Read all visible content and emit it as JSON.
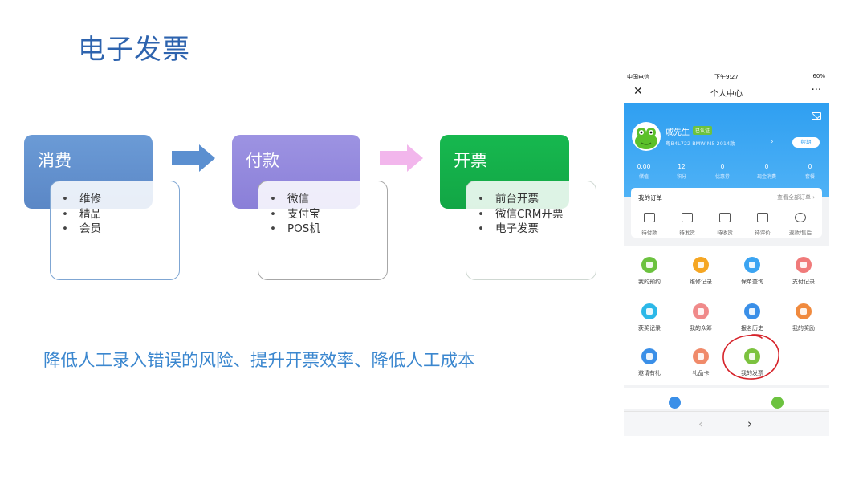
{
  "slide": {
    "title": "电子发票",
    "summary": "降低人工录入错误的风险、提升开票效率、降低人工成本",
    "flow": [
      {
        "heading": "消费",
        "items": [
          "维修",
          "精品",
          "会员"
        ]
      },
      {
        "heading": "付款",
        "items": [
          "微信",
          "支付宝",
          "POS机"
        ]
      },
      {
        "heading": "开票",
        "items": [
          "前台开票",
          "微信CRM开票",
          "电子发票"
        ]
      }
    ],
    "bullet": "•",
    "colors": {
      "title": "#2d63ae",
      "summary": "#3b87cf",
      "arrow1": "#5b8fd0",
      "arrow2": "#f2b6ec",
      "invoice": "#12a645"
    }
  },
  "phone": {
    "status": {
      "carrier": "中国电信",
      "time": "下午9:27",
      "battery": "60%"
    },
    "nav": {
      "close": "✕",
      "title": "个人中心",
      "more": "···"
    },
    "profile": {
      "name": "戚先生",
      "verified": "已认证",
      "car": "粤B4L722 BMW M5 2014款",
      "chevron": "›",
      "renew": "续期"
    },
    "stats": [
      {
        "value": "0.00",
        "label": "储值"
      },
      {
        "value": "12",
        "label": "积分"
      },
      {
        "value": "0",
        "label": "优惠券"
      },
      {
        "value": "0",
        "label": "现金消费"
      },
      {
        "value": "0",
        "label": "套餐"
      }
    ],
    "orders": {
      "heading": "我的订单",
      "view_all": "查看全部订单 ›",
      "items": [
        "待付款",
        "待发货",
        "待收货",
        "待评价",
        "退款/售后"
      ]
    },
    "services": [
      {
        "label": "我的预约",
        "color": "#6cc23f"
      },
      {
        "label": "维修记录",
        "color": "#f5a623"
      },
      {
        "label": "保单查询",
        "color": "#3ba4f2"
      },
      {
        "label": "支付记录",
        "color": "#f07a7a"
      },
      {
        "label": "获奖记录",
        "color": "#2cb8e8"
      },
      {
        "label": "我的众筹",
        "color": "#f08a8a"
      },
      {
        "label": "报名历史",
        "color": "#3a8fe8"
      },
      {
        "label": "我的奖励",
        "color": "#f08a3e"
      },
      {
        "label": "邀请有礼",
        "color": "#3a8fe8"
      },
      {
        "label": "礼品卡",
        "color": "#f08a6a"
      },
      {
        "label": "我的发票",
        "color": "#7cc23f"
      }
    ],
    "bottom_icons": [
      "#3a8fe8",
      "#6cc23f"
    ],
    "pager": {
      "prev": "‹",
      "next": "›"
    }
  }
}
